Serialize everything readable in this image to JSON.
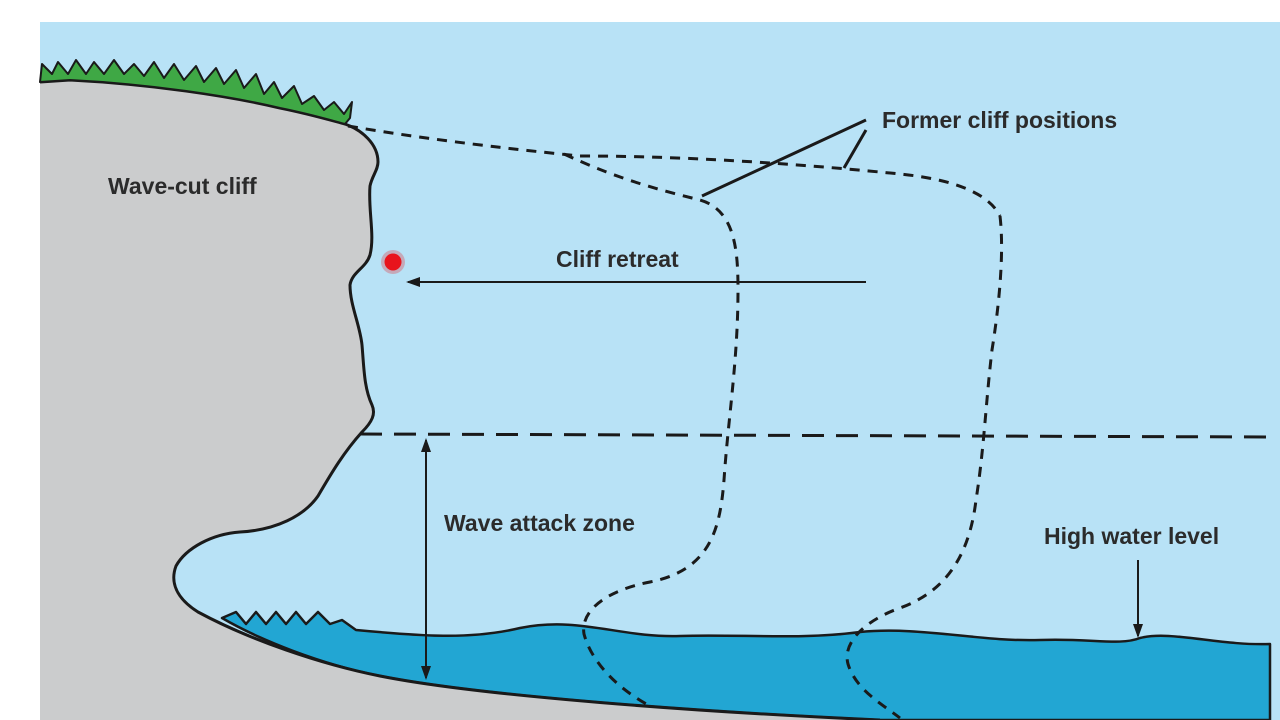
{
  "labels": {
    "cliff": "Wave-cut cliff",
    "former_positions": "Former cliff positions",
    "retreat": "Cliff retreat",
    "attack_zone": "Wave attack zone",
    "high_water": "High water level"
  },
  "colors": {
    "sky": "#b8e2f6",
    "rock": "#cbcccd",
    "grass": "#3fa845",
    "sea": "#22a6d3",
    "marker": "#e8141c",
    "ink": "#1a1a1a"
  },
  "icons": {
    "marker": "red-dot-icon",
    "arrow": "arrow-left-icon"
  }
}
